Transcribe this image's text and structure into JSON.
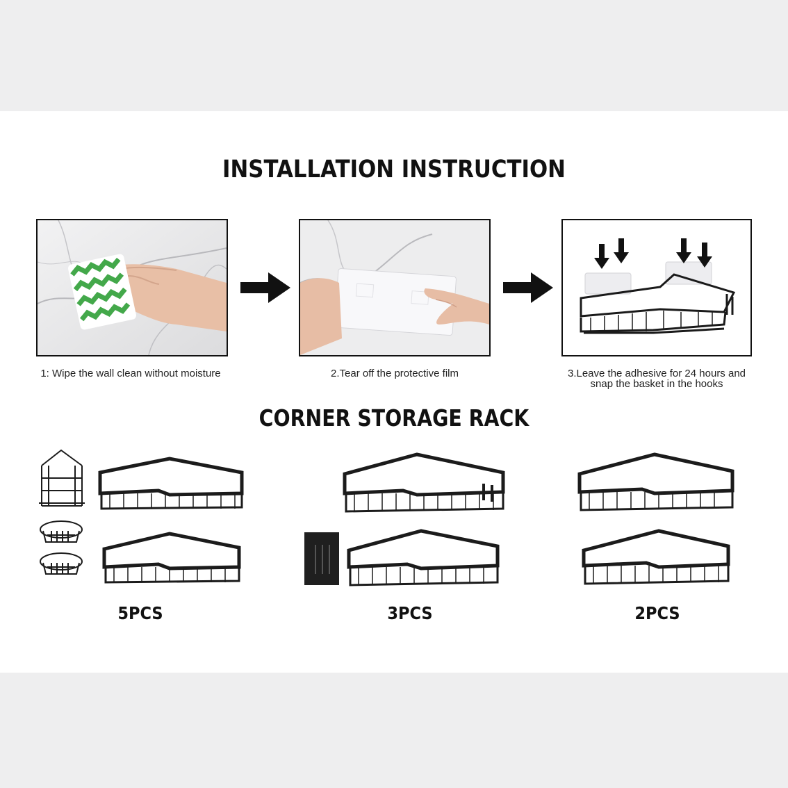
{
  "header": {
    "title": "INSTALLATION INSTRUCTION"
  },
  "steps": [
    {
      "caption": "1: Wipe the wall clean without moisture"
    },
    {
      "caption": "2.Tear off the protective film"
    },
    {
      "caption_line1": "3.Leave the adhesive for 24 hours and",
      "caption_line2": "snap the basket in the hooks"
    }
  ],
  "section": {
    "title": "CORNER STORAGE RACK"
  },
  "packs": [
    {
      "label": "5PCS"
    },
    {
      "label": "3PCS"
    },
    {
      "label": "2PCS"
    }
  ],
  "colors": {
    "background": "#eeeeef",
    "sheet": "#ffffff",
    "ink": "#111111",
    "sponge_green": "#4caf50"
  }
}
